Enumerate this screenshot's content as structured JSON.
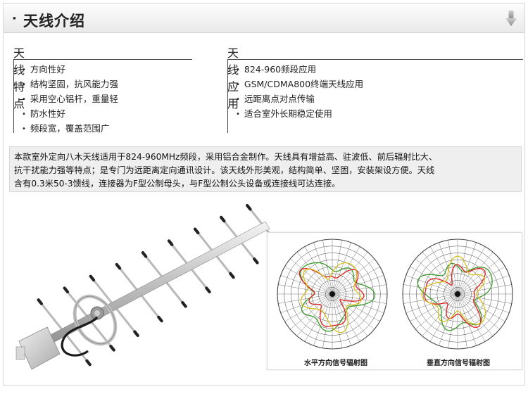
{
  "header": {
    "bullet": "·",
    "title": "天线介绍",
    "arrow_icon": "arrow-down-icon"
  },
  "features": {
    "title": "天线特点",
    "items": [
      "方向性好",
      "结构坚固，抗风能力强",
      "采用空心铝杆，重量轻",
      "防水性好",
      "频段宽，覆盖范围广"
    ]
  },
  "applications": {
    "title": "天线应用",
    "items": [
      "824-960频段应用",
      "GSM/CDMA800终端天线应用",
      "远距离点对点传输",
      "适合室外长期稳定使用"
    ]
  },
  "description": {
    "lines": [
      "本款室外定向八木天线适用于824-960MHz频段，采用铝合金制作。天线具有增益高、驻波低、前后辐射比大、",
      "抗干扰能力强等特点；是专门为远距离定向通讯设计。该天线外形美观，结构简单、坚固，安装架设方便。天线",
      "含有0.3米50-3馈线，连接器为F型公制母头，与F型公制公头设备或连接线可达连接。"
    ]
  },
  "patterns": {
    "horizontal_caption": "水平方向信号辐射图",
    "vertical_caption": "垂直方向信号辐射图",
    "colors": {
      "trace_red": "#e02020",
      "trace_green": "#3a9a2a",
      "trace_yellow": "#d8c020"
    }
  }
}
